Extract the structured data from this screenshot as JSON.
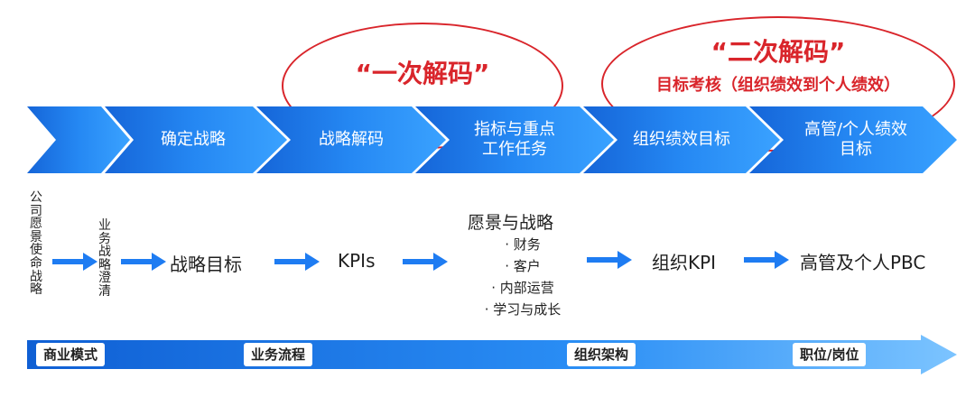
{
  "annotations": {
    "first_decode": "“一次解码”",
    "second_decode": "“二次解码”",
    "second_decode_note": "目标考核（组织绩效到个人绩效）"
  },
  "chevrons": [
    "",
    "确定战略",
    "战略解码",
    "指标与重点\n工作任务",
    "组织绩效目标",
    "高管/个人绩效\n目标"
  ],
  "flow": {
    "vision_vertical": "公司愿景使命战略",
    "clarify_vertical": "业务战略澄清",
    "strategic_goals": "战略目标",
    "kpis": "KPIs",
    "vision_strategy_title": "愿景与战略",
    "vision_strategy_items": [
      "· 财务",
      "· 客户",
      "· 内部运营",
      "· 学习与成长"
    ],
    "org_kpi": "组织KPI",
    "exec_pbc": "高管及个人PBC"
  },
  "bottom_bar": {
    "tags": [
      "商业模式",
      "业务流程",
      "组织架构",
      "职位/岗位"
    ]
  },
  "colors": {
    "accent_red": "#d9252b",
    "blue_dark": "#1565d8",
    "blue_light": "#3aa2ff",
    "arrow_blue": "#1e7cf2"
  }
}
